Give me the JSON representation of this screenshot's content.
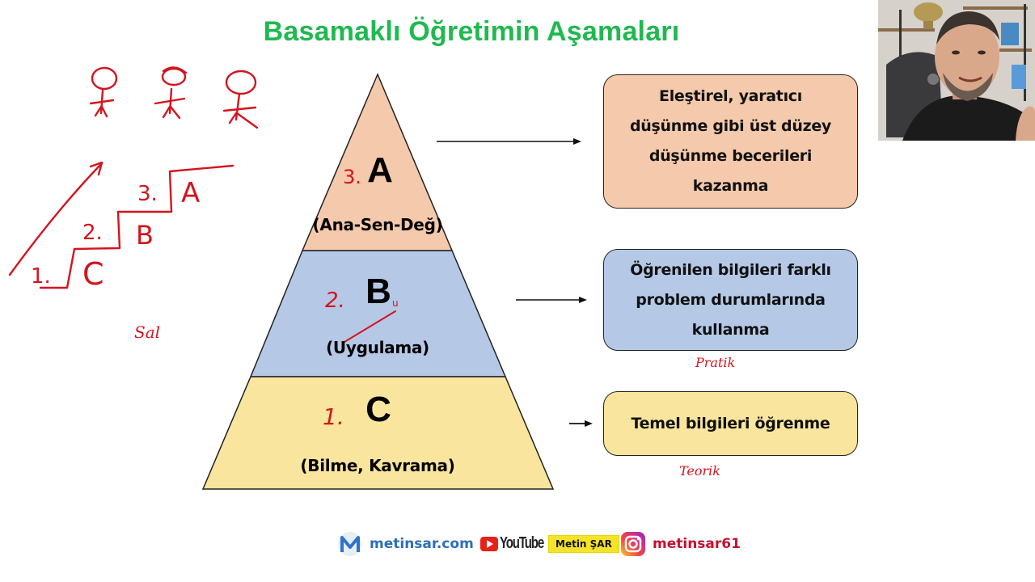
{
  "slide": {
    "title": "Basamaklı Öğretimin Aşamaları",
    "title_color": "#1fb950"
  },
  "pyramid": {
    "levels": [
      {
        "letter": "A",
        "label": "(Ana-Sen-Değ)",
        "step_annotation": "3.",
        "color": "#f5c9ab"
      },
      {
        "letter": "B",
        "label": "(Uygulama)",
        "step_annotation": "2.",
        "extra_annotation": "u",
        "color": "#b5c8e6"
      },
      {
        "letter": "C",
        "label": "(Bilme, Kavrama)",
        "step_annotation": "1.",
        "color": "#f9e59d"
      }
    ]
  },
  "boxes": [
    {
      "lines": [
        "Eleştirel, yaratıcı",
        "düşünme gibi üst düzey",
        "düşünme becerileri",
        "kazanma"
      ],
      "color": "#f5c9ab"
    },
    {
      "lines": [
        "Öğrenilen bilgileri farklı",
        "problem durumlarında",
        "kullanma"
      ],
      "color": "#b5c8e6",
      "annotation": "Pratik"
    },
    {
      "lines": [
        "Temel bilgileri öğrenme"
      ],
      "color": "#f9e59d",
      "annotation": "Teorik"
    }
  ],
  "handwriting": {
    "stairs": [
      {
        "step": "1.",
        "letter": "C"
      },
      {
        "step": "2.",
        "letter": "B"
      },
      {
        "step": "3.",
        "letter": "A"
      }
    ],
    "bottom_note": "Sal",
    "ink_color": "#d4141e"
  },
  "footer": {
    "website": "metinsar.com",
    "youtube_word": "YouTube",
    "youtube_channel": "Metin ŞAR",
    "instagram": "metinsar61"
  },
  "webcam": {
    "description": "presenter-video-feed"
  }
}
